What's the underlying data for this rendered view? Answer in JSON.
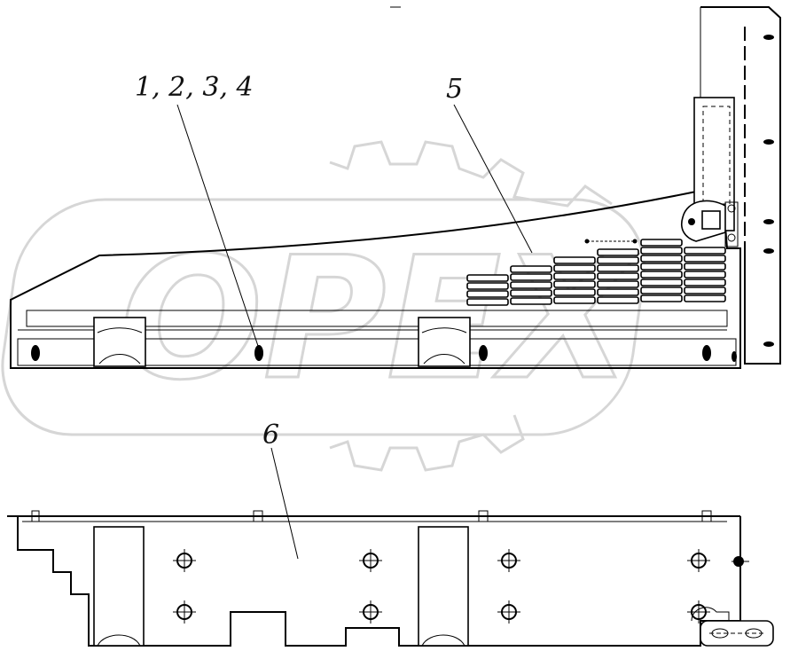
{
  "labels": {
    "callout_1": "1, 2, 3, 4",
    "callout_2": "5",
    "callout_3": "6"
  },
  "watermark": {
    "text": "OPEX"
  },
  "colors": {
    "line": "#000000",
    "watermark": "#d6d6d6",
    "background": "#ffffff"
  }
}
